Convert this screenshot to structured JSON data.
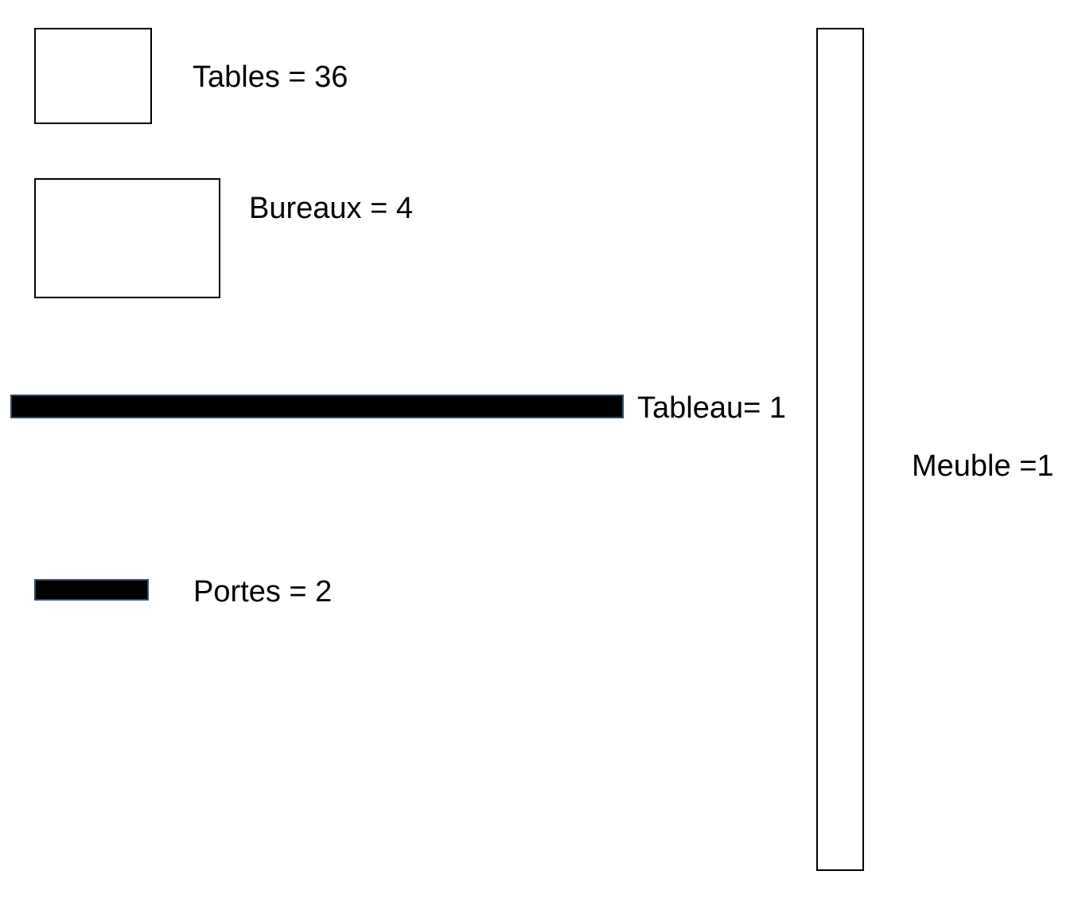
{
  "items": {
    "tables": {
      "label": "Tables = 36"
    },
    "bureaux": {
      "label": "Bureaux = 4"
    },
    "tableau": {
      "label": "Tableau= 1"
    },
    "portes": {
      "label": "Portes = 2"
    },
    "meuble": {
      "label": "Meuble =1"
    }
  },
  "colors": {
    "outline": "#000000",
    "fill_dark": "#000000",
    "fill_dark_border": "#2f4f6f",
    "background": "#ffffff"
  }
}
